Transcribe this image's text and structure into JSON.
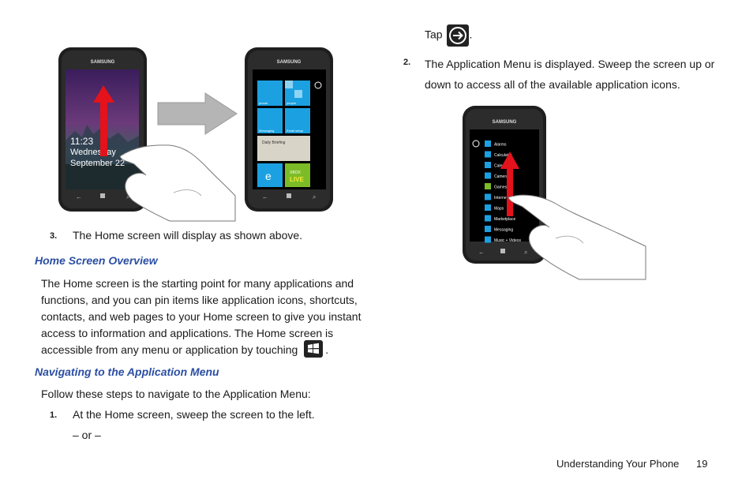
{
  "left_column": {
    "step3": {
      "number": "3.",
      "text": "The Home screen will display as shown above."
    },
    "overview": {
      "heading": "Home Screen Overview",
      "lines": [
        "The Home screen is the starting point for many applications and",
        "functions, and you can pin items like application icons, shortcuts,",
        "contacts, and web pages to your Home screen to give you instant",
        "access to information and applications. The Home screen is",
        "accessible from any menu or application by touching"
      ],
      "end_punct": "."
    },
    "navigating": {
      "heading": "Navigating to the Application Menu",
      "intro": "Follow these steps to navigate to the Application Menu:",
      "step1": {
        "number": "1.",
        "text": "At the Home screen, sweep the screen to the left."
      },
      "or": "– or –"
    }
  },
  "right_column": {
    "tap_label": "Tap",
    "tap_end": ".",
    "step2": {
      "number": "2.",
      "lines": [
        "The Application Menu is displayed. Sweep the screen up or",
        "down to access all of the available application icons."
      ]
    }
  },
  "phones": {
    "brand": "SAMSUNG",
    "lock_screen": {
      "time": "11:23",
      "day": "Wednesday",
      "date": "September 22"
    },
    "home_tiles": {
      "phone": "phone",
      "people": "people",
      "messaging": "Messaging",
      "email": "Email setup",
      "daily": "Daily Briefing",
      "xbox": "XBOX",
      "live": "LIVE"
    },
    "app_list": [
      "Alarms",
      "Calculator",
      "Calendar",
      "Camera",
      "Games",
      "Internet",
      "Maps",
      "Marketplace",
      "Messaging",
      "Music + Videos"
    ]
  },
  "footer": {
    "section": "Understanding Your Phone",
    "page": "19"
  },
  "colors": {
    "heading": "#2b4ea3",
    "tile_blue": "#1ba1e2",
    "xbox_green": "#7cbc26",
    "arrow_red": "#e3121b"
  },
  "icons": [
    "arrow-right-circle-icon",
    "windows-start-icon"
  ]
}
